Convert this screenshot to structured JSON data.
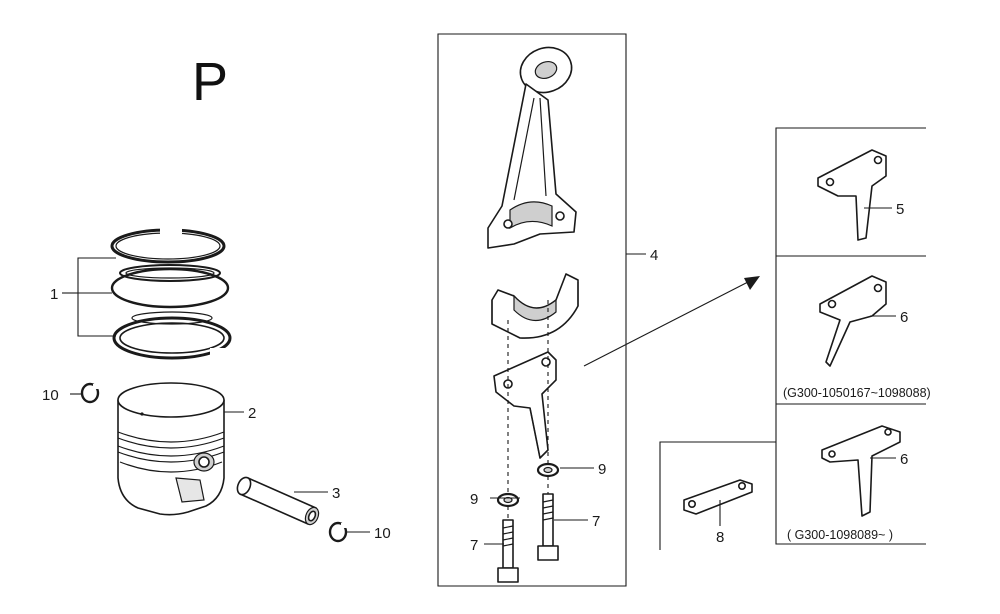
{
  "section_letter": "P",
  "callouts": {
    "c1": "1",
    "c2": "2",
    "c3": "3",
    "c4": "4",
    "c5": "5",
    "c6a": "6",
    "c6b": "6",
    "c7a": "7",
    "c7b": "7",
    "c8": "8",
    "c9a": "9",
    "c9b": "9",
    "c10a": "10",
    "c10b": "10"
  },
  "notes": {
    "serial_range_1": "(G300-1050167~1098088)",
    "serial_range_2": "( G300-1098089~ )"
  }
}
